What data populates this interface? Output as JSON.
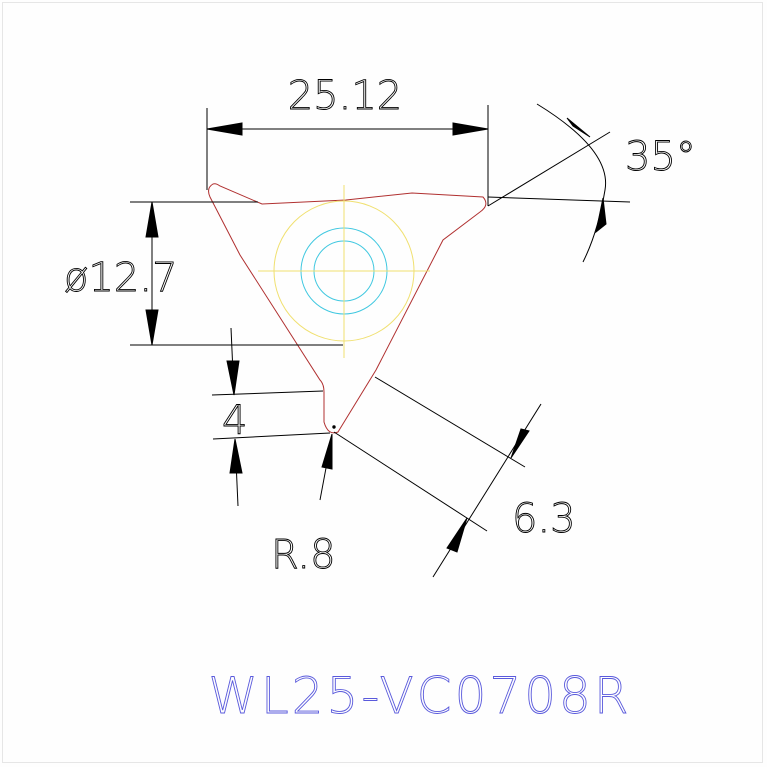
{
  "dimensions": {
    "width_label": "25.12",
    "angle_label": "35°",
    "diameter_label": "ø12.7",
    "thickness_label": "4",
    "height_label": "6.3",
    "radius_label": "R.8"
  },
  "part_number": "WL25-VC0708R",
  "colors": {
    "outline": "#b03030",
    "circle_outer": "#f0e070",
    "circle_inner": "#40c8e0",
    "dimension": "#000000",
    "part_number": "#5a5adc"
  }
}
